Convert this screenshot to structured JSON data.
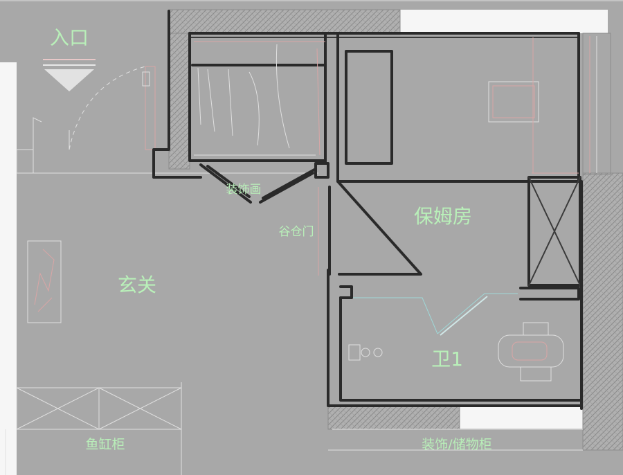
{
  "labels": {
    "entrance": "入口",
    "foyer": "玄关",
    "decor_painting": "装饰画",
    "grain_door": "谷仓门",
    "nanny_room": "保姆房",
    "bathroom": "卫1",
    "fish_tank_cabinet": "鱼缸柜",
    "decor_storage_cabinet": "装饰/储物柜"
  },
  "colors": {
    "background": "#a8a8a8",
    "label": "#b9f0b9",
    "wall": "#2a2a2a",
    "blank_area": "#f6f6f6"
  }
}
